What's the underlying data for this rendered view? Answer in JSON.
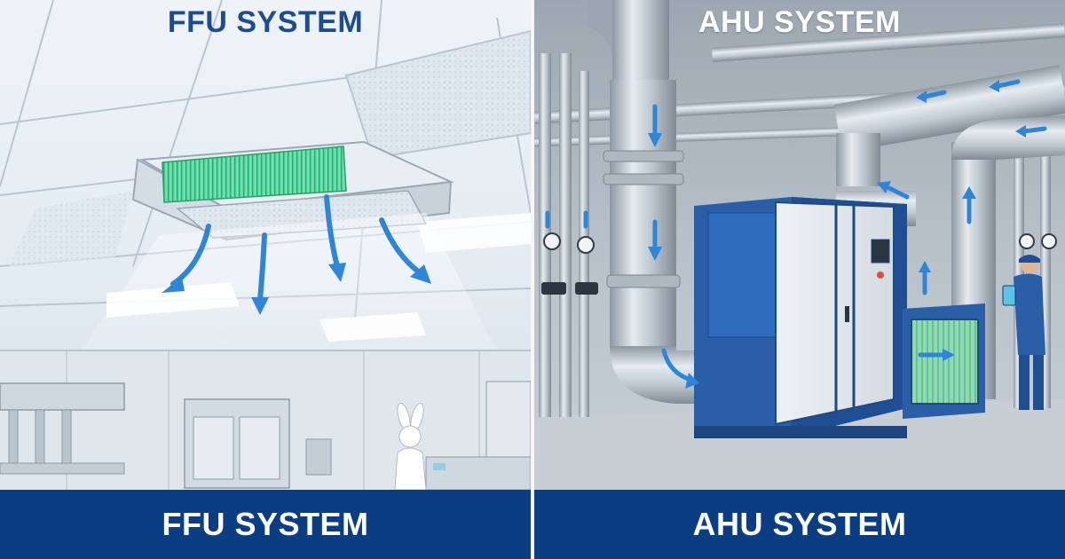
{
  "panels": {
    "left": {
      "top_title": "FFU SYSTEM",
      "banner_label": "FFU SYSTEM"
    },
    "right": {
      "top_title": "AHU SYSTEM",
      "banner_label": "AHU SYSTEM"
    }
  },
  "colors": {
    "banner_blue": "#0b3d82",
    "title_blue": "#1d4d8f",
    "airflow_blue": "#2f86d8",
    "filter_green": "#4fd39a",
    "unit_blue": "#2a5fa8"
  },
  "icons": [
    "airflow-arrow-icon",
    "pressure-gauge-icon",
    "valve-icon"
  ]
}
